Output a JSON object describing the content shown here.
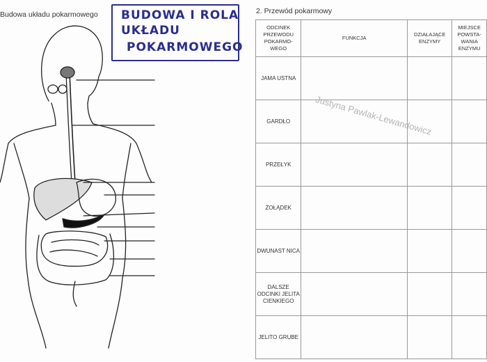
{
  "left_panel": {
    "title": "Budowa układu pokarmowego"
  },
  "title_box": {
    "line1": "BUDOWA I ROLA",
    "line2": "UKŁADU",
    "line3": "POKARMOWEGO"
  },
  "right_panel": {
    "title": "2. Przewód pokarmowy",
    "headers": [
      "ODCINEK PRZEWODU POKARMO-WEGO",
      "FUNKCJA",
      "DZIAŁAJĄCE ENZYMY",
      "MIEJSCE POWSTA-WANIA ENZYMU"
    ],
    "rows": [
      "JAMA USTNA",
      "GARDŁO",
      "PRZEŁYK",
      "ŻOŁĄDEK",
      "DWUNAST NICA",
      "DALSZE ODCINKI JELITA CIENKIEGO",
      "JELITO GRUBE"
    ],
    "watermark": "Justyna Pawlak-Lewandowicz"
  },
  "colors": {
    "title_ink": "#2a2e8c",
    "grid_line": "#999999"
  }
}
